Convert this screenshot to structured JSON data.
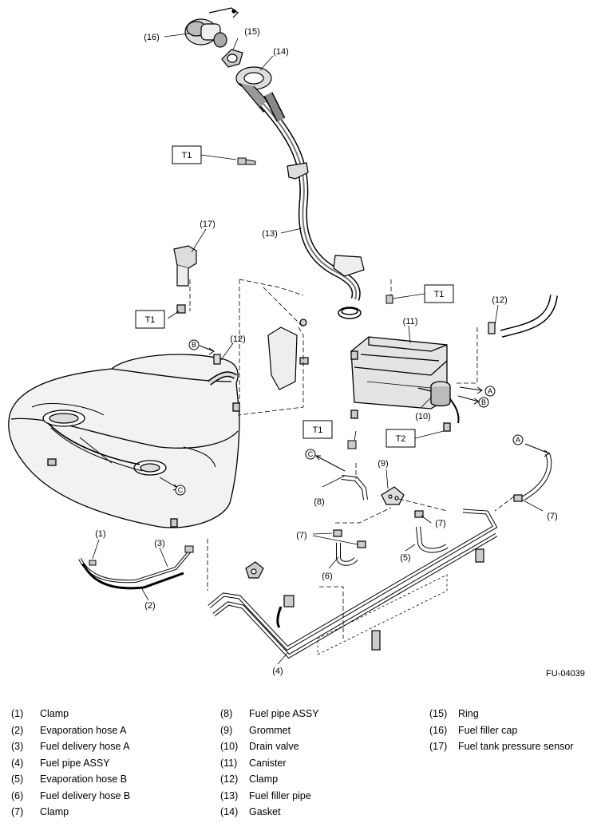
{
  "figure_code": "FU-04039",
  "torque_labels": {
    "t1": "T1",
    "t2": "T2"
  },
  "connectors": {
    "a": "A",
    "b": "B",
    "c": "C"
  },
  "callouts": {
    "c1": "(1)",
    "c2": "(2)",
    "c3": "(3)",
    "c4": "(4)",
    "c5": "(5)",
    "c6": "(6)",
    "c7": "(7)",
    "c8": "(8)",
    "c9": "(9)",
    "c10": "(10)",
    "c11": "(11)",
    "c12": "(12)",
    "c13": "(13)",
    "c14": "(14)",
    "c15": "(15)",
    "c16": "(16)",
    "c17": "(17)"
  },
  "legend": {
    "col1": [
      {
        "num": "(1)",
        "name": "Clamp"
      },
      {
        "num": "(2)",
        "name": "Evaporation hose A"
      },
      {
        "num": "(3)",
        "name": "Fuel delivery hose A"
      },
      {
        "num": "(4)",
        "name": "Fuel pipe ASSY"
      },
      {
        "num": "(5)",
        "name": "Evaporation hose B"
      },
      {
        "num": "(6)",
        "name": "Fuel delivery hose B"
      },
      {
        "num": "(7)",
        "name": "Clamp"
      }
    ],
    "col2": [
      {
        "num": "(8)",
        "name": "Fuel pipe ASSY"
      },
      {
        "num": "(9)",
        "name": "Grommet"
      },
      {
        "num": "(10)",
        "name": "Drain valve"
      },
      {
        "num": "(11)",
        "name": "Canister"
      },
      {
        "num": "(12)",
        "name": "Clamp"
      },
      {
        "num": "(13)",
        "name": "Fuel filler pipe"
      },
      {
        "num": "(14)",
        "name": "Gasket"
      }
    ],
    "col3": [
      {
        "num": "(15)",
        "name": "Ring"
      },
      {
        "num": "(16)",
        "name": "Fuel filler cap"
      },
      {
        "num": "(17)",
        "name": "Fuel tank pressure sensor"
      }
    ]
  }
}
